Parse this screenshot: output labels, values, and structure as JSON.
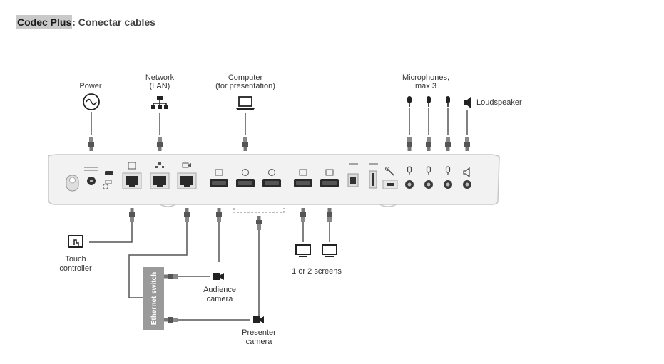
{
  "title": {
    "highlight": "Codec Plus",
    "rest": ": Conectar cables"
  },
  "labels": {
    "power": "Power",
    "network_1": "Network",
    "network_2": "(LAN)",
    "computer_1": "Computer",
    "computer_2": "(for presentation)",
    "microphones_1": "Microphones,",
    "microphones_2": "max 3",
    "loudspeaker": "Loudspeaker",
    "touch_1": "Touch",
    "touch_2": "controller",
    "ethernet_switch": "Ethernet switch",
    "audience_1": "Audience",
    "audience_2": "camera",
    "presenter_1": "Presenter",
    "presenter_2": "camera",
    "screens": "1 or 2 screens"
  },
  "colors": {
    "line": "#555555",
    "device_body": "#f2f2f2",
    "device_edge": "#c8c8c8",
    "switch_box": "#9a9a9a",
    "title_highlight": "#c9c9c9"
  }
}
